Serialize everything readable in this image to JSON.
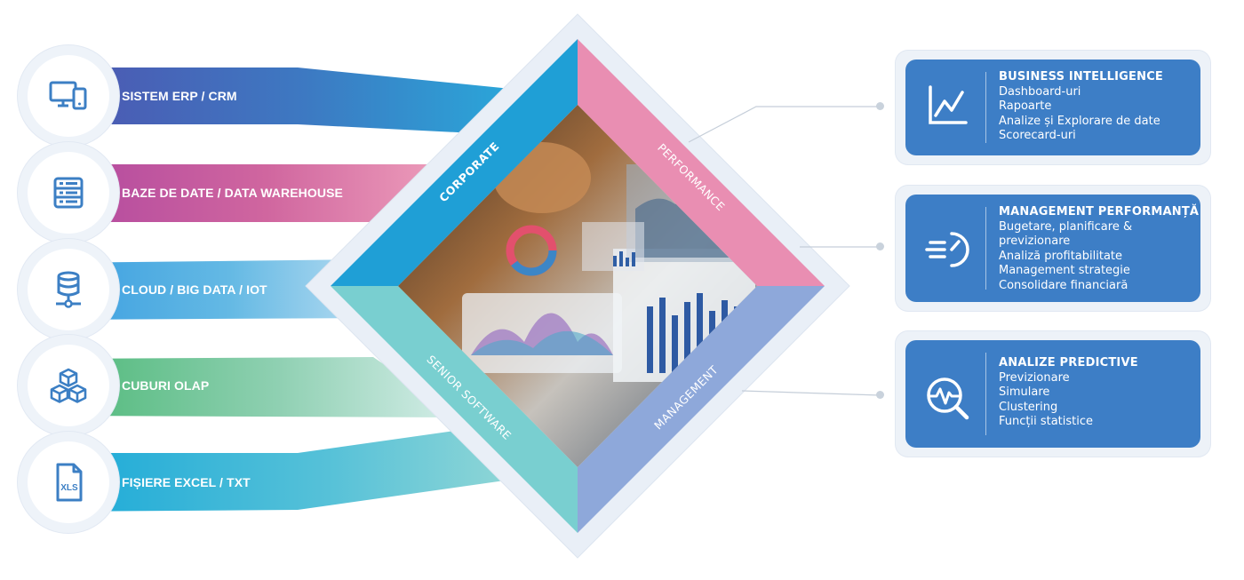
{
  "sources": [
    {
      "label": "SISTEM ERP / CRM",
      "icon": "computer-devices-icon"
    },
    {
      "label": "BAZE DE DATE / DATA WAREHOUSE",
      "icon": "database-server-icon"
    },
    {
      "label": "CLOUD / BIG DATA / IOT",
      "icon": "cloud-database-icon"
    },
    {
      "label": "CUBURI OLAP",
      "icon": "cubes-icon"
    },
    {
      "label": "FIȘIERE EXCEL / TXT",
      "icon": "xls-file-icon"
    }
  ],
  "xls_badge": "XLS",
  "diamond": {
    "corporate": "CORPORATE",
    "performance": "PERFORMANCE",
    "senior_software": "SENIOR SOFTWARE",
    "management": "MANAGEMENT"
  },
  "cards": [
    {
      "title": "BUSINESS INTELLIGENCE",
      "icon": "line-chart-icon",
      "items": [
        "Dashboard-uri",
        "Rapoarte",
        "Analize și Explorare de date",
        "Scorecard-uri"
      ]
    },
    {
      "title": "MANAGEMENT PERFORMANȚĂ",
      "icon": "speed-gauge-icon",
      "items": [
        "Bugetare, planificare &",
        "previzionare",
        "Analiză profitabilitate",
        "Management strategie",
        "Consolidare financiară"
      ]
    },
    {
      "title": "ANALIZE PREDICTIVE",
      "icon": "magnifier-pulse-icon",
      "items": [
        "Previzionare",
        "Simulare",
        "Clustering",
        "Funcții statistice"
      ]
    }
  ],
  "colors": {
    "erp": "#4a5db3",
    "db": "#c452a0",
    "cloud": "#3aa6dc",
    "olap": "#5bbd8e",
    "excel": "#1fa9d6",
    "corporate": "#1f9fd6",
    "performance": "#e07aa8",
    "senior": "#6ec8cc",
    "management": "#8aa7d8",
    "card": "#3d7ec6"
  }
}
